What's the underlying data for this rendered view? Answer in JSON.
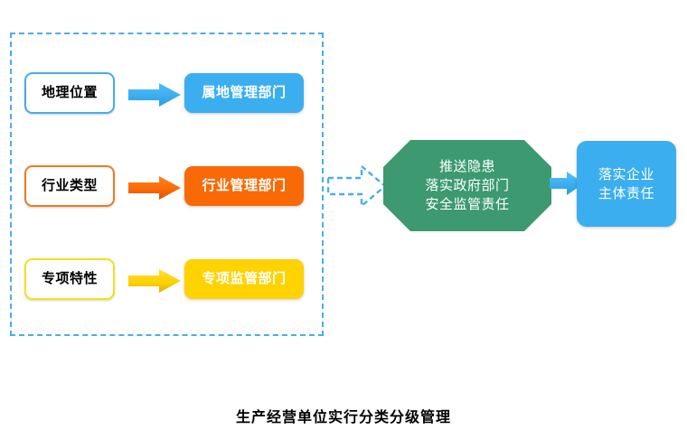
{
  "diagram": {
    "caption": "生产经营单位实行分类分级管理",
    "group": {
      "name": "classification-criteria-group",
      "border_color": "#49AEE8",
      "border_style": "dashed"
    },
    "rows": [
      {
        "criterion": "地理位置",
        "department": "属地管理部门",
        "color": "#3BAEEF",
        "border_color": "#45ADE9",
        "arrow_color": "#3BAEEF"
      },
      {
        "criterion": "行业类型",
        "department": "行业管理部门",
        "color": "#F96A06",
        "border_color": "#F07A20",
        "arrow_color": "#F96A06"
      },
      {
        "criterion": "专项特性",
        "department": "专项监管部门",
        "color": "#FFD200",
        "border_color": "#F2E21A",
        "arrow_color": "#FFD200"
      }
    ],
    "connector": {
      "name": "dashed-block-arrow",
      "color": "#49AEE8",
      "style": "dashed"
    },
    "octagon": {
      "fill": "#3C9970",
      "lines": [
        "推送隐患",
        "落实政府部门",
        "安全监管责任"
      ]
    },
    "final_arrow": {
      "color": "#3BAEEF"
    },
    "outcome": {
      "fill": "#3BAEEF",
      "lines": [
        "落实企业",
        "主体责任"
      ]
    }
  }
}
